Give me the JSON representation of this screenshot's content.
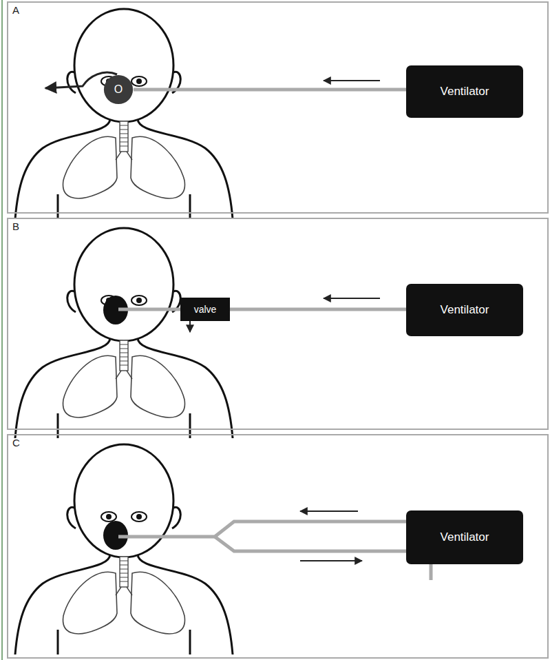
{
  "diagram": {
    "nodes": [
      {
        "text": [
          "A"
        ]
      },
      {
        "text": [
          "O"
        ],
        "in": 0
      },
      {
        "text": [
          "Ventilator"
        ],
        "in": 0
      },
      {
        "text": [
          "B"
        ]
      },
      {
        "text": [
          "valve"
        ],
        "in": 3
      },
      {
        "text": [
          "Ventilator"
        ],
        "in": 3
      },
      {
        "text": [
          "C"
        ]
      },
      {
        "text": [
          "Ventilator"
        ],
        "in": 6
      }
    ],
    "edges": [
      {
        "from": 2,
        "to": 1,
        "arrow": "none"
      },
      {
        "from": 5,
        "to": 4,
        "arrow": "none"
      }
    ]
  }
}
